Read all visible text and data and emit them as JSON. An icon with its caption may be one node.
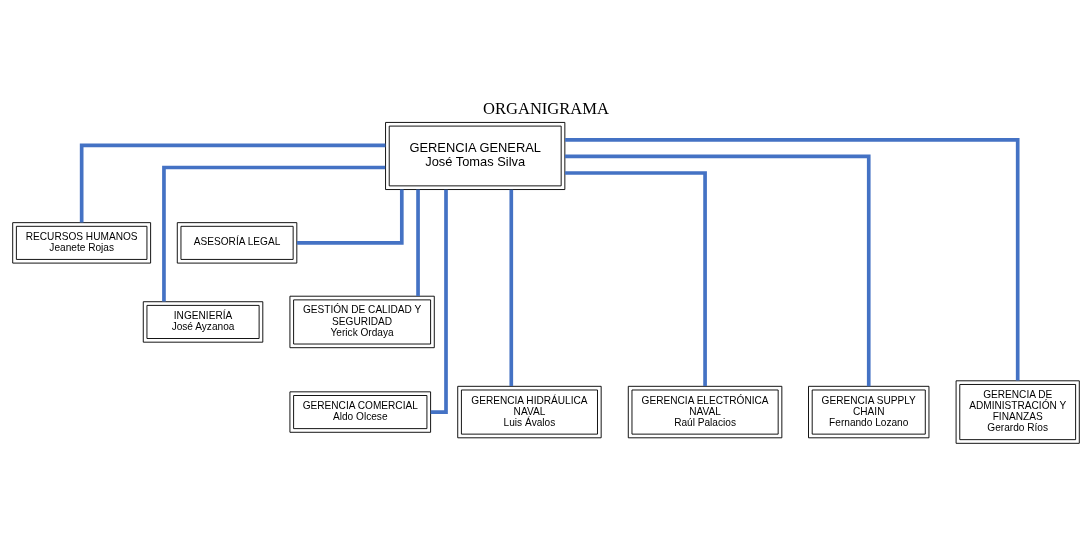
{
  "diagram": {
    "title": "ORGANIGRAMA",
    "nodes": [
      {
        "text": [
          "GERENCIA GENERAL",
          "José Tomas Silva"
        ]
      },
      {
        "text": [
          "RECURSOS HUMANOS",
          "Jeanete Rojas"
        ]
      },
      {
        "text": [
          "ASESORÍA LEGAL"
        ]
      },
      {
        "text": [
          "INGENIERÍA",
          "José Ayzanoa"
        ]
      },
      {
        "text": [
          "GESTIÓN DE CALIDAD Y SEGURIDAD",
          "Yerick Ordaya"
        ]
      },
      {
        "text": [
          "GERENCIA COMERCIAL",
          "Aldo Olcese"
        ]
      },
      {
        "text": [
          "GERENCIA HIDRÁULICA NAVAL",
          "Luis Ávalos"
        ]
      },
      {
        "text": [
          "GERENCIA ELECTRÓNICA NAVAL",
          "Raúl Palacios"
        ]
      },
      {
        "text": [
          "GERENCIA SUPPLY CHAIN",
          "Fernando Lozano"
        ]
      },
      {
        "text": [
          "GERENCIA DE ADMINISTRACIÓN Y FINANZAS",
          "Gerardo Ríos"
        ]
      }
    ],
    "edges": [
      {
        "from": 0,
        "to": 1,
        "arrow": "none"
      },
      {
        "from": 0,
        "to": 2,
        "arrow": "none"
      },
      {
        "from": 0,
        "to": 3,
        "arrow": "none"
      },
      {
        "from": 0,
        "to": 4,
        "arrow": "none"
      },
      {
        "from": 0,
        "to": 5,
        "arrow": "none"
      },
      {
        "from": 0,
        "to": 6,
        "arrow": "none"
      },
      {
        "from": 0,
        "to": 7,
        "arrow": "none"
      },
      {
        "from": 0,
        "to": 8,
        "arrow": "none"
      },
      {
        "from": 0,
        "to": 9,
        "arrow": "none"
      }
    ]
  }
}
